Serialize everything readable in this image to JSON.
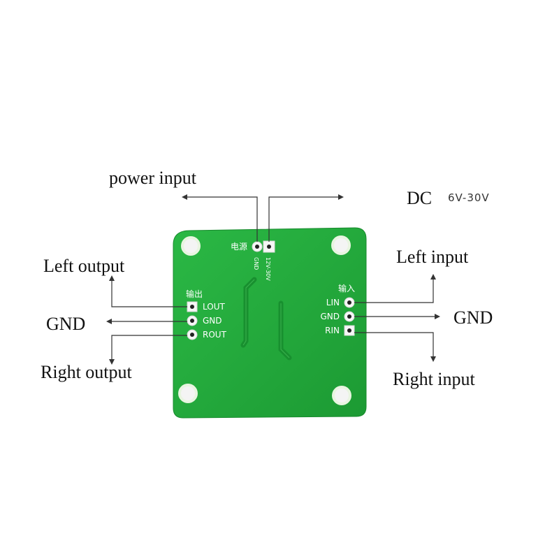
{
  "callouts": {
    "power_input": "power input",
    "dc": "DC",
    "voltage": "6V-30V",
    "left_output": "Left output",
    "gnd_left": "GND",
    "right_output": "Right output",
    "left_input": "Left input",
    "gnd_right": "GND",
    "right_input": "Right input"
  },
  "board": {
    "power_label": "电源",
    "power_gnd": "GND",
    "power_voltage": "12V-30V",
    "output_header": "输出",
    "output_pins": [
      "LOUT",
      "GND",
      "ROUT"
    ],
    "input_header": "输入",
    "input_pins": [
      "LIN",
      "GND",
      "RIN"
    ],
    "color": "#22a83a"
  }
}
